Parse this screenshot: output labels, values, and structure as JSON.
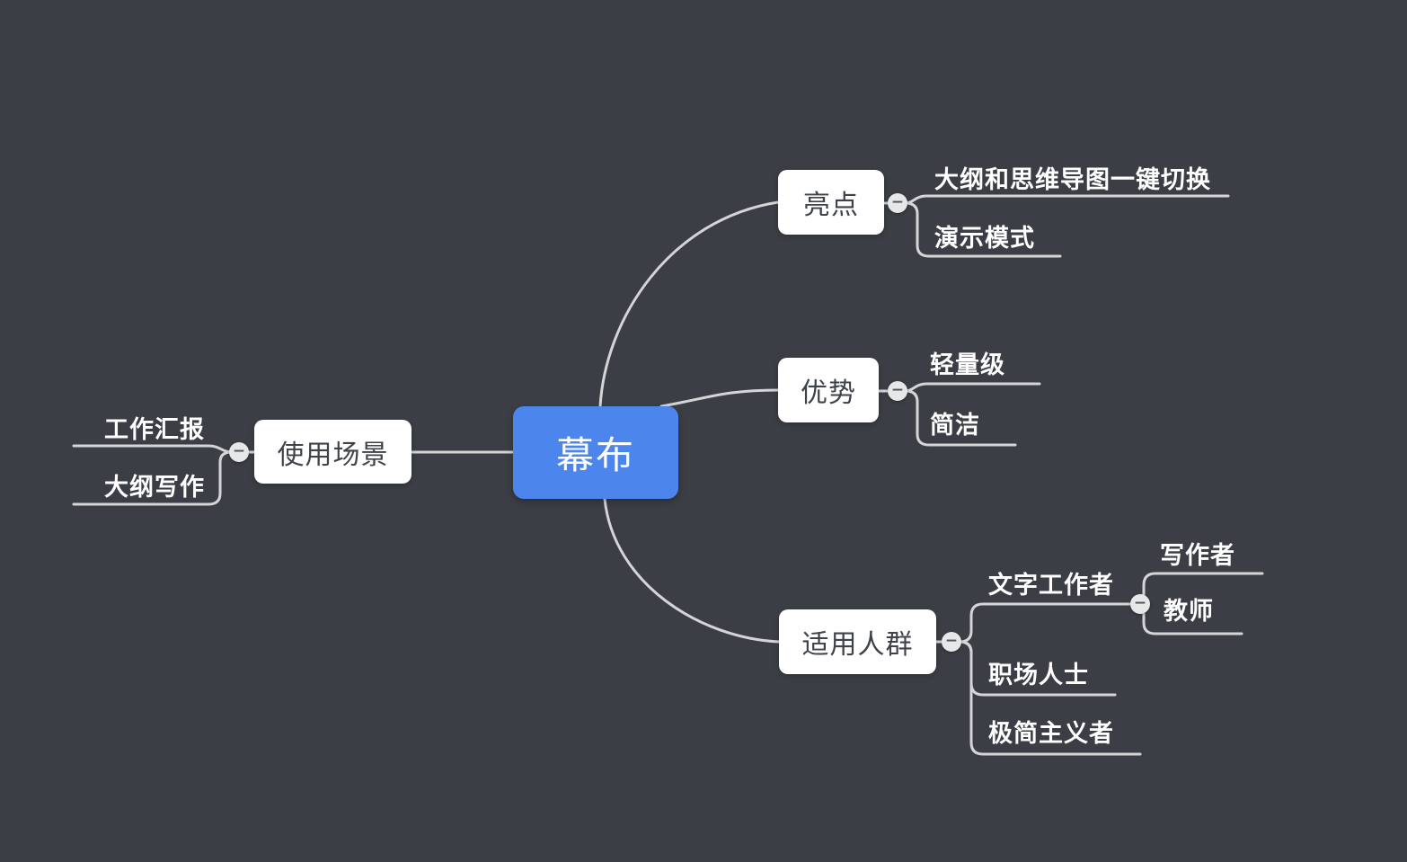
{
  "canvas": {
    "background_color": "#3b3e44",
    "connector_color": "#d4d5d7"
  },
  "mindmap": {
    "root": {
      "label": "幕布",
      "color": "#4c86ec",
      "text_color": "#ffffff"
    },
    "branches": [
      {
        "label": "使用场景",
        "children": [
          {
            "label": "工作汇报"
          },
          {
            "label": "大纲写作"
          }
        ]
      },
      {
        "label": "亮点",
        "children": [
          {
            "label": "大纲和思维导图一键切换"
          },
          {
            "label": "演示模式"
          }
        ]
      },
      {
        "label": "优势",
        "children": [
          {
            "label": "轻量级"
          },
          {
            "label": "简洁"
          }
        ]
      },
      {
        "label": "适用人群",
        "children": [
          {
            "label": "文字工作者",
            "children": [
              {
                "label": "写作者"
              },
              {
                "label": "教师"
              }
            ]
          },
          {
            "label": "职场人士"
          },
          {
            "label": "极简主义者"
          }
        ]
      }
    ]
  },
  "icons": {
    "collapse_minus": "−"
  }
}
